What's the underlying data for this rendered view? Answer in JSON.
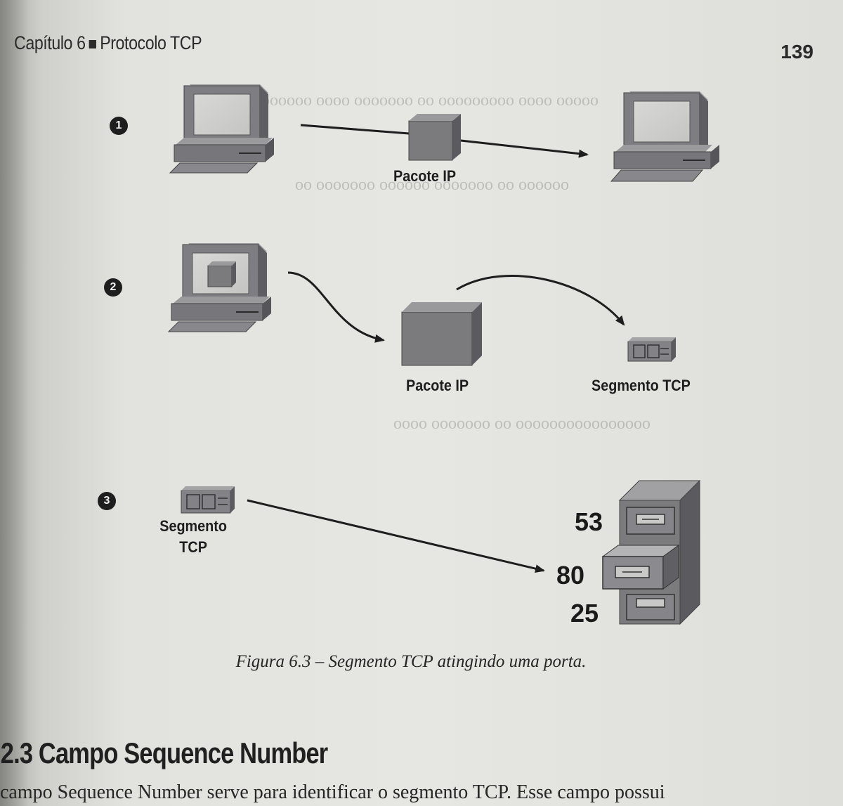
{
  "header": {
    "chapter": "Capítulo 6",
    "title": "Protocolo TCP",
    "page_number": "139"
  },
  "figure": {
    "steps": [
      "1",
      "2",
      "3"
    ],
    "step1": {
      "packet_label": "Pacote IP"
    },
    "step2": {
      "packet_label": "Pacote IP",
      "segment_label": "Segmento TCP"
    },
    "step3": {
      "segment_label_line1": "Segmento",
      "segment_label_line2": "TCP",
      "ports": [
        "53",
        "80",
        "25"
      ]
    },
    "caption": "Figura 6.3 – Segmento TCP atingindo uma porta."
  },
  "section": {
    "heading": ".2.3 Campo Sequence Number",
    "first_line": "campo Sequence Number serve para identificar o segmento TCP. Esse campo possui"
  },
  "colors": {
    "device_gray": "#7b7b7e",
    "device_dark": "#55555a",
    "text": "#1e1e1e"
  }
}
